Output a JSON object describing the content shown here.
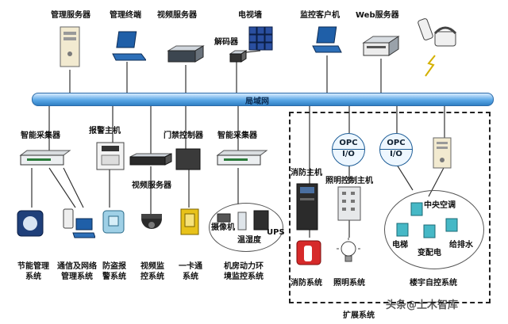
{
  "network": {
    "label": "局域网"
  },
  "top_devices": [
    {
      "name": "管理服务器"
    },
    {
      "name": "管理终端"
    },
    {
      "name": "视频服务器"
    },
    {
      "name": "电视墙"
    },
    {
      "name": "解码器"
    },
    {
      "name": "监控客户机"
    },
    {
      "name": "Web服务器"
    }
  ],
  "middle_devices": {
    "collector_1": "智能采集器",
    "alarm_host": "报警主机",
    "access_controller": "门禁控制器",
    "collector_2": "智能采集器",
    "video_server": "视频服务器",
    "fire_host": "消防主机",
    "lighting_host": "照明控制主机"
  },
  "room_devices": {
    "camera": "摄像机",
    "temp_humidity": "温湿度",
    "ups": "UPS"
  },
  "opc": {
    "top": "OPC",
    "bottom": "I/O"
  },
  "bas": {
    "hvac": "中央空调",
    "elevator": "电梯",
    "substation": "变配电",
    "water": "给排水"
  },
  "systems": [
    {
      "line1": "节能管理",
      "line2": "系统"
    },
    {
      "line1": "通信及网络",
      "line2": "管理系统"
    },
    {
      "line1": "防盗报",
      "line2": "警系统"
    },
    {
      "line1": "视频监",
      "line2": "控系统"
    },
    {
      "line1": "一卡通",
      "line2": "系统"
    },
    {
      "line1": "机房动力环",
      "line2": "境监控系统"
    },
    {
      "line1": "消防系统",
      "line2": ""
    },
    {
      "line1": "照明系统",
      "line2": ""
    },
    {
      "line1": "楼宇自控系统",
      "line2": ""
    }
  ],
  "extension": {
    "label": "扩展系统"
  },
  "watermark": {
    "text": "头条@土木智库"
  },
  "colors": {
    "bus": "#4a9be0",
    "device_blue": "#1f5fa8",
    "line": "#333333"
  }
}
